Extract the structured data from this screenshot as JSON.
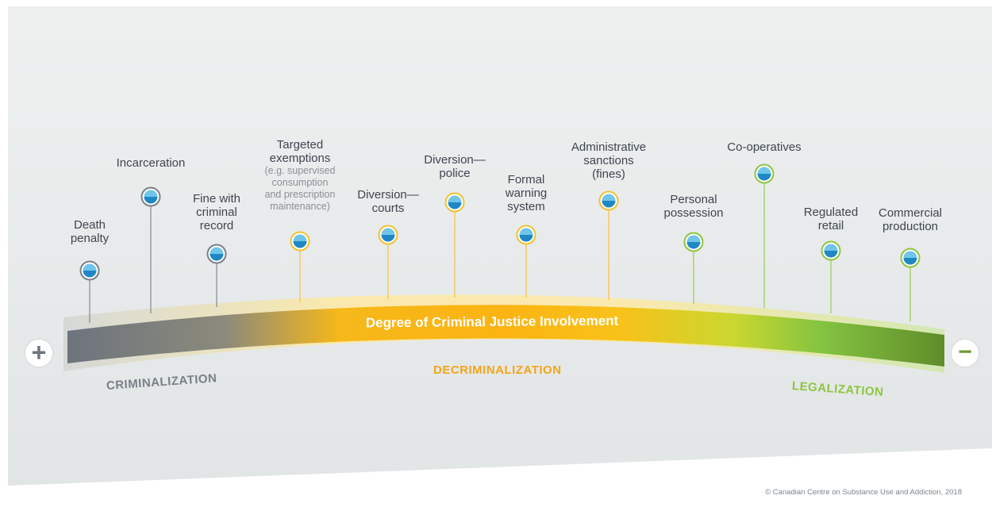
{
  "axis_title": "Degree of Criminal Justice Involvement",
  "end_left_symbol": "+",
  "end_right_symbol": "−",
  "zones": {
    "criminalization": "CRIMINALIZATION",
    "decriminalization": "DECRIMINALIZATION",
    "legalization": "LEGALIZATION"
  },
  "items": [
    {
      "lines": [
        "Death",
        "penalty"
      ],
      "note": [],
      "ring": "#7a8088"
    },
    {
      "lines": [
        "Incarceration"
      ],
      "note": [],
      "ring": "#7a8088"
    },
    {
      "lines": [
        "Fine with",
        "criminal",
        "record"
      ],
      "note": [],
      "ring": "#7a8088"
    },
    {
      "lines": [
        "Targeted",
        "exemptions"
      ],
      "note": [
        "(e.g. supervised",
        "consumption",
        "and prescription",
        "maintenance)"
      ],
      "ring": "#f2c230"
    },
    {
      "lines": [
        "Diversion—",
        "courts"
      ],
      "note": [],
      "ring": "#f2c230"
    },
    {
      "lines": [
        "Diversion—",
        "police"
      ],
      "note": [],
      "ring": "#f2c230"
    },
    {
      "lines": [
        "Formal",
        "warning",
        "system"
      ],
      "note": [],
      "ring": "#f2c230"
    },
    {
      "lines": [
        "Administrative",
        "sanctions",
        "(fines)"
      ],
      "note": [],
      "ring": "#f2c230"
    },
    {
      "lines": [
        "Personal",
        "possession"
      ],
      "note": [],
      "ring": "#8dc63f"
    },
    {
      "lines": [
        "Co-operatives"
      ],
      "note": [],
      "ring": "#8dc63f"
    },
    {
      "lines": [
        "Regulated",
        "retail"
      ],
      "note": [],
      "ring": "#8dc63f"
    },
    {
      "lines": [
        "Commercial",
        "production"
      ],
      "note": [],
      "ring": "#8dc63f"
    }
  ],
  "colors": {
    "criminalization": "#7a8088",
    "decriminalization": "#f7b21b",
    "legalization": "#8dc63f",
    "marker_fill": "#29a8e0"
  },
  "copyright": "© Canadian Centre on Substance Use and Addiction, 2018"
}
